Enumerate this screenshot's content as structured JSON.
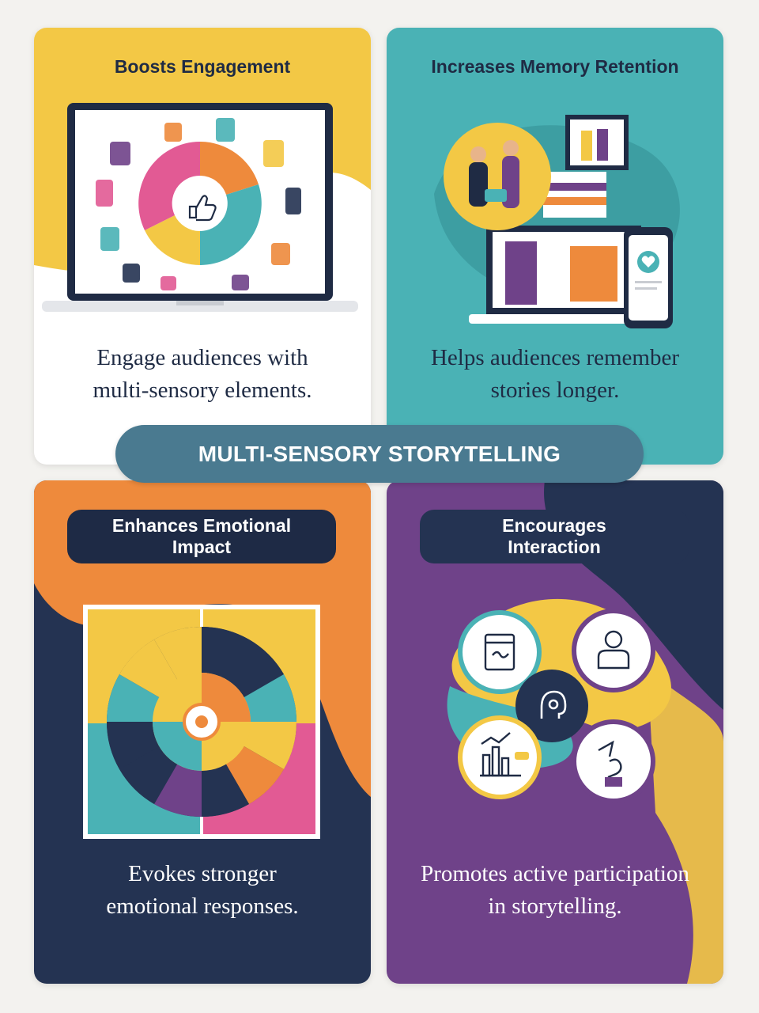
{
  "banner": {
    "label": "MULTI-SENSORY STORYTELLING"
  },
  "cards": [
    {
      "title": "Boosts Engagement",
      "description": "Engage audiences with\nmulti-sensory elements."
    },
    {
      "title": "Increases Memory Retention",
      "description": "Helps audiences remember\nstories longer."
    },
    {
      "title": "Enhances Emotional\nImpact",
      "description": "Evokes stronger\nemotional responses."
    },
    {
      "title": "Encourages\nInteraction",
      "description": "Promotes active participation\nin storytelling."
    }
  ],
  "colors": {
    "yellow": "#f3c845",
    "teal": "#4ab2b5",
    "orange": "#ee8a3c",
    "navy": "#243352",
    "purple": "#6f4289",
    "pink": "#e25a94",
    "banner": "#4a7a90"
  },
  "icons": [
    "thumbs-up-icon",
    "heart-icon",
    "face-icon",
    "calendar-icon",
    "user-icon",
    "head-icon",
    "bar-chart-icon",
    "pointing-hand-icon"
  ]
}
